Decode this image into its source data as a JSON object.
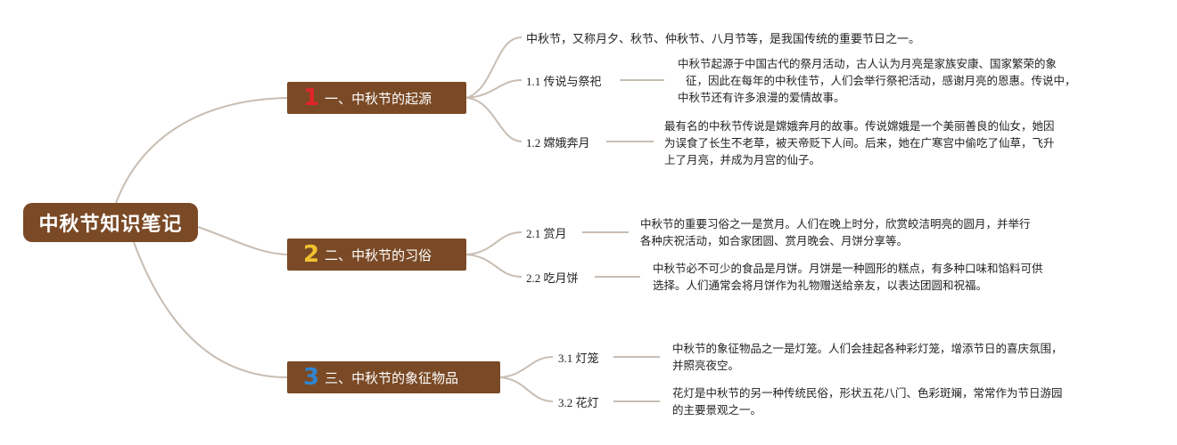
{
  "root": {
    "title": "中秋节知识笔记"
  },
  "intro": "中秋节，又称月夕、秋节、仲秋节、八月节等，是我国传统的重要节日之一。",
  "branches": [
    {
      "number": "1",
      "title": "一、中秋节的起源",
      "children": [
        {
          "label": "1.1 传说与祭祀",
          "lines": [
            "中秋节起源于中国古代的祭月活动，古人认为月亮是家族安康、国家繁荣的象",
            "征，因此在每年的中秋佳节，人们会举行祭祀活动，感谢月亮的恩惠。传说中，",
            "中秋节还有许多浪漫的爱情故事。"
          ]
        },
        {
          "label": "1.2 嫦娥奔月",
          "lines": [
            "最有名的中秋节传说是嫦娥奔月的故事。传说嫦娥是一个美丽善良的仙女，她因",
            "为误食了长生不老草，被天帝贬下人间。后来，她在广寒宫中偷吃了仙草，飞升",
            "上了月亮，并成为月宫的仙子。"
          ]
        }
      ]
    },
    {
      "number": "2",
      "title": "二、中秋节的习俗",
      "children": [
        {
          "label": "2.1 赏月",
          "lines": [
            "中秋节的重要习俗之一是赏月。人们在晚上时分，欣赏皎洁明亮的圆月，并举行",
            "各种庆祝活动，如合家团圆、赏月晚会、月饼分享等。"
          ]
        },
        {
          "label": "2.2 吃月饼",
          "lines": [
            "中秋节必不可少的食品是月饼。月饼是一种圆形的糕点，有多种口味和馅料可供",
            "选择。人们通常会将月饼作为礼物赠送给亲友，以表达团圆和祝福。"
          ]
        }
      ]
    },
    {
      "number": "3",
      "title": "三、中秋节的象征物品",
      "children": [
        {
          "label": "3.1 灯笼",
          "lines": [
            "中秋节的象征物品之一是灯笼。人们会挂起各种彩灯笼，增添节日的喜庆氛围，",
            "并照亮夜空。"
          ]
        },
        {
          "label": "3.2 花灯",
          "lines": [
            "花灯是中秋节的另一种传统民俗，形状五花八门、色彩斑斓，常常作为节日游园",
            "的主要景观之一。"
          ]
        }
      ]
    }
  ],
  "colors": {
    "node_fill": "#7a4a26",
    "link": "#c8bdb3",
    "num1": "#e0262b",
    "num2": "#f2c230",
    "num3": "#2f86cf"
  }
}
